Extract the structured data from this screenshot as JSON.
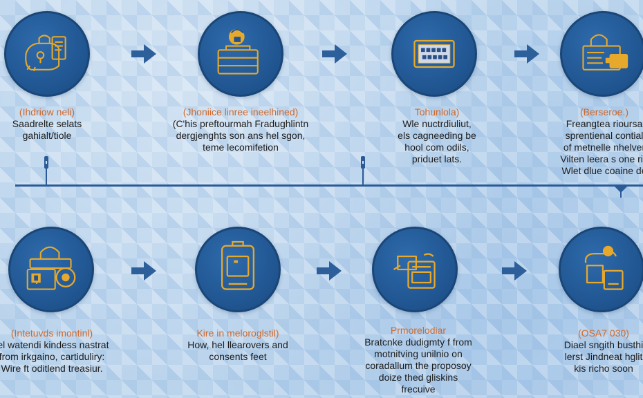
{
  "colors": {
    "background": "#b9d3ec",
    "circle": "#1f548f",
    "icon_stroke": "#e7a92c",
    "arrow": "#2d5f9a",
    "timeline": "#2a5b97",
    "caption_head": "#d0682a",
    "caption_body": "#1c1c1c"
  },
  "top_row": [
    {
      "icon": "padlock-document-icon",
      "head": "(Ihdriow neli)",
      "lines": [
        "Saadrelte selats",
        "gahialt/tiole"
      ]
    },
    {
      "icon": "trunk-padlock-icon",
      "head": "(Jhoniice linree ineelhined)",
      "lines": [
        "(C'his preftourmah Fradughlintn",
        "dergjenghts son ans hel sgon,",
        "teme lecomifetion"
      ]
    },
    {
      "icon": "screen-sign-icon",
      "head": "Tohunlola)",
      "lines": [
        "Wle nuctrdiuliut,",
        "els cagneeding be",
        "hool com odils,",
        "priduet ﻿lats."
      ]
    },
    {
      "icon": "padlock-badge-icon",
      "head": "(Berseroe.)",
      "lines": [
        "Freangtea rioursa",
        "sprentienal contial",
        "of metnelle nhelver",
        "Vilten leera s one riu",
        "Wlet dlue coaine de"
      ]
    }
  ],
  "bottom_row": [
    {
      "icon": "padlock-shield-icon",
      "head": "(Intetuvds imontinl)",
      "lines": [
        "Iel watendi kindess nastrat",
        "from irkgaino, cartiduliry:",
        "Wire ft oditlend treasiur."
      ]
    },
    {
      "icon": "safe-box-icon",
      "head": "Kire in meloroglstil)",
      "lines": [
        "How, hel llearovers and",
        "consents feet"
      ]
    },
    {
      "icon": "document-cards-icon",
      "head": "Prmorelodiar",
      "lines": [
        "Bratcnke dudigmty f from",
        "motnitving unilnio on",
        "coradallum the proposoy",
        "doize thed gliskins",
        "frecuive"
      ]
    },
    {
      "icon": "device-hand-icon",
      "head": "(OSA7 030)",
      "lines": [
        "Diael sngith busthi",
        "lerst Jindneat hglit",
        "kis richo soon"
      ]
    }
  ]
}
